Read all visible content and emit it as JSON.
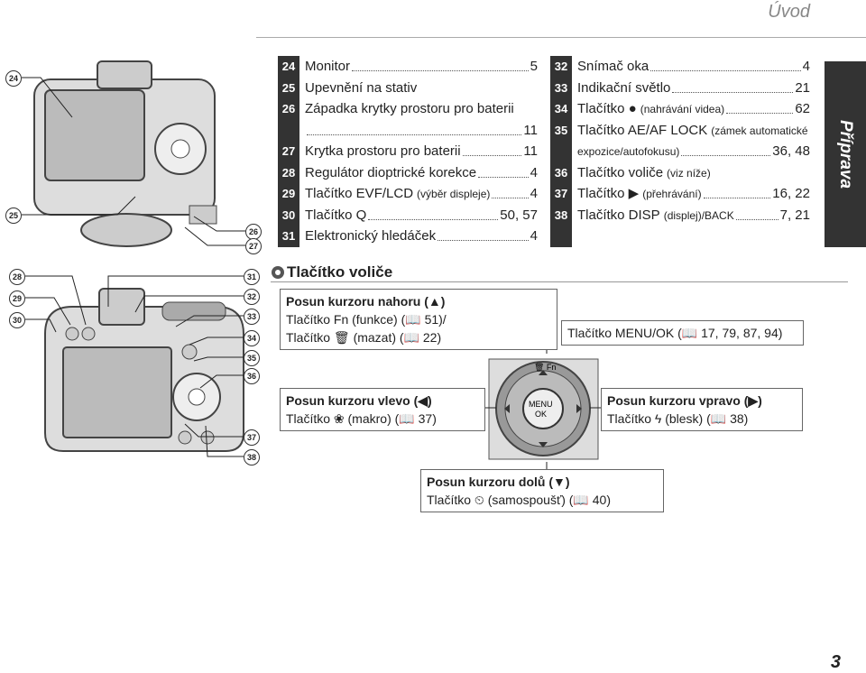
{
  "header": {
    "title": "Úvod"
  },
  "side_tab": {
    "label": "Příprava"
  },
  "list_left": [
    {
      "num": "24",
      "label": "Monitor",
      "page": "5"
    },
    {
      "num": "25",
      "label": "Upevnění na stativ",
      "page": ""
    },
    {
      "num": "26",
      "label": "Západka krytky prostoru pro baterii",
      "page": ""
    },
    {
      "num": "",
      "label": "",
      "page": "11"
    },
    {
      "num": "27",
      "label": "Krytka prostoru pro baterii",
      "page": "11"
    },
    {
      "num": "28",
      "label": "Regulátor dioptrické korekce",
      "page": "4"
    },
    {
      "num": "29",
      "label": "Tlačítko EVF/LCD",
      "sub": "(výběr displeje)",
      "page": "4"
    },
    {
      "num": "30",
      "label": "Tlačítko Q",
      "page": "50, 57"
    },
    {
      "num": "31",
      "label": "Elektronický hledáček",
      "page": "4"
    }
  ],
  "list_right": [
    {
      "num": "32",
      "label": "Snímač oka",
      "page": "4"
    },
    {
      "num": "33",
      "label": "Indikační světlo",
      "page": "21"
    },
    {
      "num": "34",
      "label": "Tlačítko ●",
      "sub": "(nahrávání videa)",
      "page": "62"
    },
    {
      "num": "35",
      "label": "Tlačítko AE/AF LOCK",
      "sub": "(zámek automatické"
    },
    {
      "num": "",
      "sub": "expozice/autofokusu)",
      "page": "36, 48"
    },
    {
      "num": "36",
      "label": "Tlačítko voliče",
      "sub": "(viz níže)",
      "page": ""
    },
    {
      "num": "37",
      "label": "Tlačítko ▶",
      "sub": "(přehrávání)",
      "page": "16, 22"
    },
    {
      "num": "38",
      "label": "Tlačítko DISP",
      "sub": "(displej)/BACK",
      "page": "7, 21"
    }
  ],
  "section": {
    "title": "Tlačítko voliče"
  },
  "callouts": {
    "up": {
      "title": "Posun kurzoru nahoru (▲)",
      "line2": "Tlačítko Fn (funkce) (📖 51)/",
      "line3": "Tlačítko 🗑 (mazat) (📖 22)"
    },
    "menu": {
      "text": "Tlačítko MENU/OK (📖 17, 79, 87, 94)"
    },
    "left": {
      "title": "Posun kurzoru vlevo (◀)",
      "line2": "Tlačítko ❀ (makro) (📖 37)"
    },
    "right": {
      "title": "Posun kurzoru vpravo (▶)",
      "line2": "Tlačítko ϟ (blesk) (📖 38)"
    },
    "down": {
      "title": "Posun kurzoru dolů (▼)",
      "line2": "Tlačítko ⏲ (samospoušť) (📖 40)"
    }
  },
  "dial": {
    "menu": "MENU",
    "ok": "OK",
    "top": "🗑 Fn"
  },
  "callout_nums_top": [
    "24",
    "25",
    "26",
    "27"
  ],
  "callout_nums_bottom_left": [
    "28",
    "29",
    "30"
  ],
  "callout_nums_bottom_right": [
    "31",
    "32",
    "33",
    "34",
    "35",
    "36",
    "37",
    "38"
  ],
  "page_number": "3"
}
